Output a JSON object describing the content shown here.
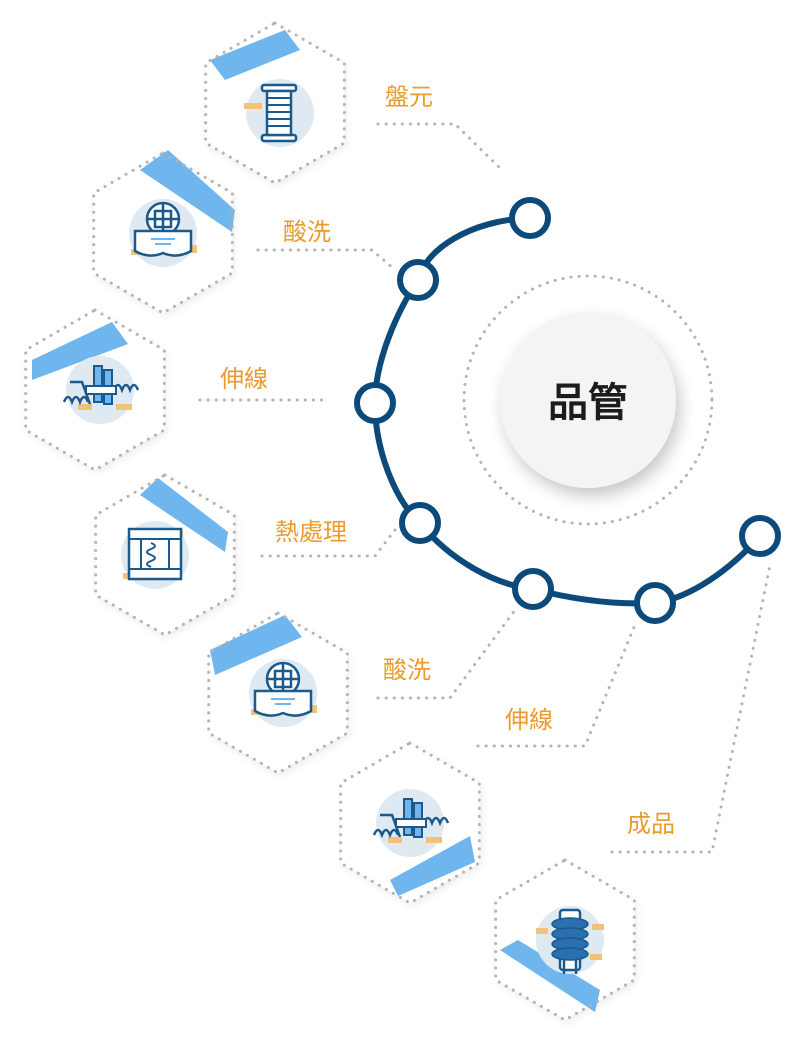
{
  "center": {
    "label": "品管"
  },
  "steps": [
    {
      "label": "盤元",
      "icon": "wire-spool-icon"
    },
    {
      "label": "酸洗",
      "icon": "acid-tank-icon"
    },
    {
      "label": "伸線",
      "icon": "wire-drawing-icon"
    },
    {
      "label": "熱處理",
      "icon": "furnace-icon"
    },
    {
      "label": "酸洗",
      "icon": "acid-tank-icon"
    },
    {
      "label": "伸線",
      "icon": "wire-drawing-icon"
    },
    {
      "label": "成品",
      "icon": "coil-spring-icon"
    }
  ],
  "colors": {
    "arc": "#0b4a7a",
    "label": "#ea9b2c",
    "stripe": "#6fb6ef",
    "icon_bg": "#dfe9f2",
    "icon_stroke": "#1b5a8c",
    "accent": "#f2c27a",
    "dots": "#b3b3b3"
  }
}
